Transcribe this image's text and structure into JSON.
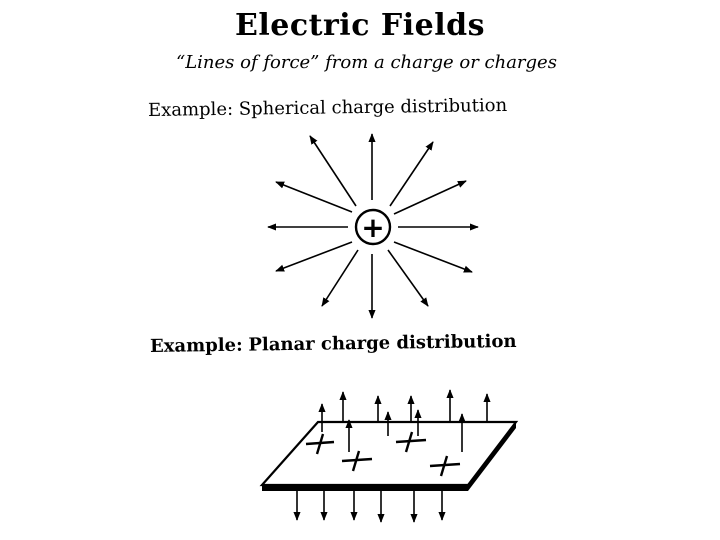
{
  "title": "Electric Fields",
  "subtitle": "“Lines of force” from a charge or charges",
  "examples": [
    {
      "prefix": "Example:",
      "label": "Spherical charge distribution",
      "charge_symbol": "+"
    },
    {
      "prefix": "Example:",
      "label": "Planar charge distribution",
      "charge_symbol": "+"
    }
  ]
}
